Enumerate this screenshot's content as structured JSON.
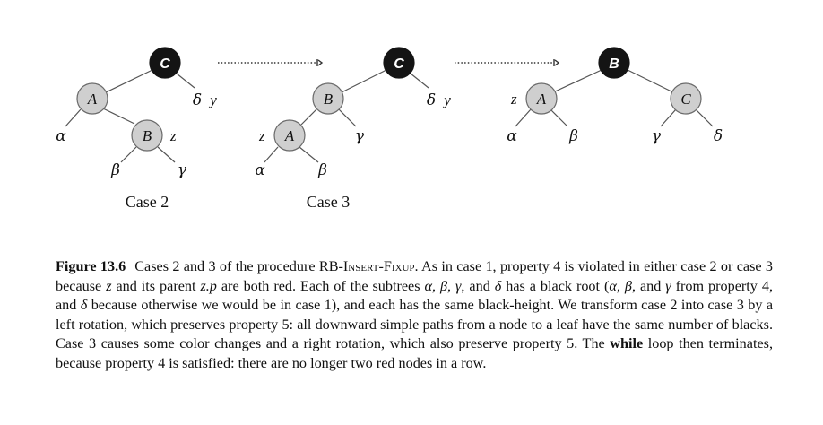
{
  "figure": {
    "diagrams": [
      {
        "caption_label": "Case 2",
        "nodes": [
          {
            "id": "n1",
            "key": "C",
            "color": "black"
          },
          {
            "id": "n2",
            "key": "A",
            "color": "red"
          },
          {
            "id": "n3",
            "key": "B",
            "color": "red",
            "z": "z"
          }
        ],
        "subtrees": [
          {
            "id": "s1",
            "symbol": "α"
          },
          {
            "id": "s2",
            "symbol": "β"
          },
          {
            "id": "s3",
            "symbol": "γ"
          },
          {
            "id": "s4",
            "symbol": "δ"
          },
          {
            "id": "s5",
            "symbol": "y"
          }
        ]
      },
      {
        "caption_label": "Case 3",
        "nodes": [
          {
            "id": "n1",
            "key": "C",
            "color": "black"
          },
          {
            "id": "n2",
            "key": "B",
            "color": "red"
          },
          {
            "id": "n3",
            "key": "A",
            "color": "red",
            "z": "z"
          }
        ],
        "subtrees": [
          {
            "id": "s1",
            "symbol": "α"
          },
          {
            "id": "s2",
            "symbol": "β"
          },
          {
            "id": "s3",
            "symbol": "γ"
          },
          {
            "id": "s4",
            "symbol": "δ"
          },
          {
            "id": "s5",
            "symbol": "y"
          }
        ]
      },
      {
        "caption_label": "",
        "nodes": [
          {
            "id": "n1",
            "key": "B",
            "color": "black"
          },
          {
            "id": "n2",
            "key": "A",
            "color": "red",
            "z": "z"
          },
          {
            "id": "n3",
            "key": "C",
            "color": "red"
          }
        ],
        "subtrees": [
          {
            "id": "s1",
            "symbol": "α"
          },
          {
            "id": "s2",
            "symbol": "β"
          },
          {
            "id": "s3",
            "symbol": "γ"
          },
          {
            "id": "s4",
            "symbol": "δ"
          }
        ]
      }
    ],
    "colors": {
      "red_node_fill": "#cfcfcf",
      "black_node_fill": "#141414"
    }
  },
  "caption": {
    "label": "Figure 13.6",
    "t1": "Cases 2 and 3 of the procedure ",
    "proc_prefix": "RB-",
    "proc_name": "Insert-Fixup",
    "t2": ". As in case 1, property 4 is violated in either case 2 or case 3 because ",
    "m_z": "z",
    "t3": " and its parent ",
    "m_zp": "z.p",
    "t4": " are both red. Each of the subtrees ",
    "m_list1": "α, β, γ",
    "t5": ", and ",
    "m_delta": "δ",
    "t6": " has a black root (",
    "m_list2": "α, β",
    "t7": ", and ",
    "m_gamma": "γ",
    "t8": " from property 4, and ",
    "m_delta2": "δ",
    "t9": " because otherwise we would be in case 1), and each has the same black-height. We transform case 2 into case 3 by a left rotation, which preserves property 5: all downward simple paths from a node to a leaf have the same number of blacks. Case 3 causes some color changes and a right rotation, which also preserve property 5. The ",
    "kw_while": "while",
    "t10": " loop then terminates, because property 4 is satisfied: there are no longer two red nodes in a row."
  }
}
